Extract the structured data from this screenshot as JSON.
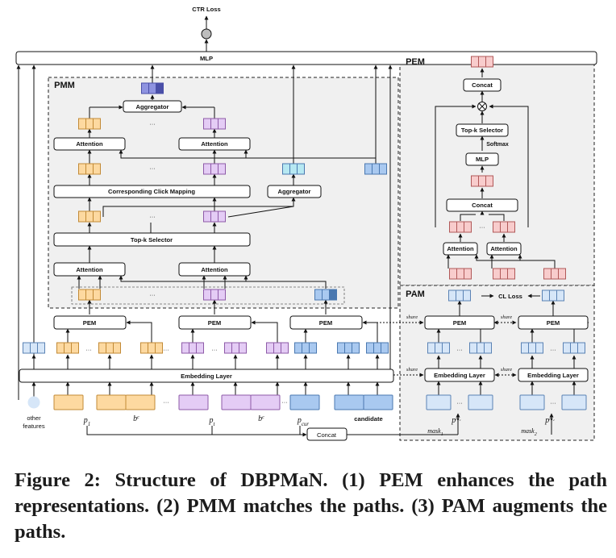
{
  "caption": "Figure 2: Structure of DBPMaN. (1) PEM enhances the path representations. (2) PMM matches the paths. (3) PAM augments the paths.",
  "diagram": {
    "ctr_loss": "CTR Loss",
    "mlp_top": "MLP",
    "pmm_title": "PMM",
    "pem_title": "PEM",
    "pam_title": "PAM",
    "aggregator": "Aggregator",
    "attention": "Attention",
    "corresponding_click_mapping": "Corresponding Click Mapping",
    "topk_selector": "Top-k Selector",
    "pem_box": "PEM",
    "embedding_layer": "Embedding Layer",
    "other_features": "other features",
    "candidate": "candidate",
    "concat": "Concat",
    "ellipsis": "···",
    "softmax": "Softmax",
    "mlp": "MLP",
    "cl_loss": "CL Loss",
    "share": "share",
    "var_p1": "p",
    "sub_p1": "1",
    "var_b1": "b",
    "sub_b1": "1",
    "sup_b1": "c",
    "var_pt": "p",
    "sub_pt": "t",
    "var_bt": "b",
    "sub_bt": "t",
    "sup_bt": "c",
    "var_pcur": "p",
    "sub_pcur": "cur",
    "var_pm1": "p",
    "sup_pm1": "m₁",
    "var_pm2": "p",
    "sup_pm2": "m₂",
    "var_mask1": "mask",
    "sub_mask1": "1",
    "var_mask2": "mask",
    "sub_mask2": "2"
  },
  "colors": {
    "orange_fill": "#fdd9a0",
    "orange_stroke": "#c28a36",
    "purple_fill": "#e4ccf5",
    "purple_stroke": "#8e5aa8",
    "blue_fill": "#a9c9f0",
    "blue_stroke": "#4a78b0",
    "pink_fill": "#f8cccc",
    "pink_stroke": "#b05858",
    "lightblue_fill": "#d6e6f8",
    "lightblue_stroke": "#5a82b4",
    "cyan_fill": "#b6e8f2",
    "navy_fill": "#8e93e0",
    "panel_bg": "#f0f0f0"
  }
}
